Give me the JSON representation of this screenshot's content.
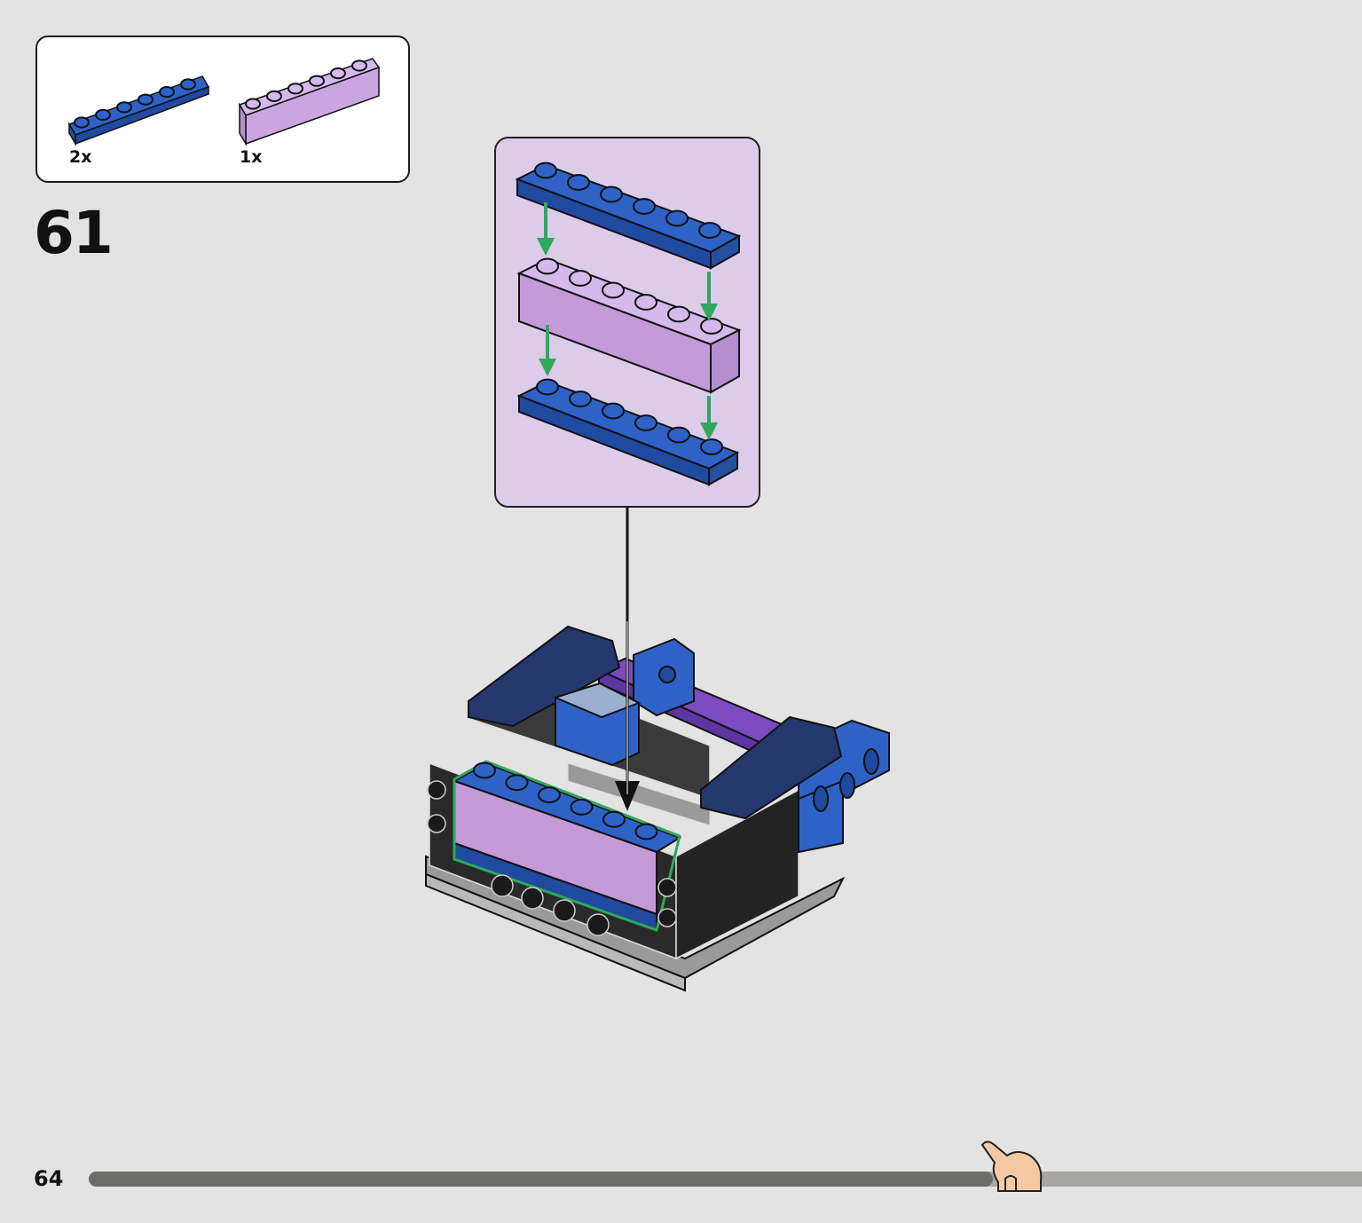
{
  "parts_list": {
    "items": [
      {
        "name": "blue-1x6-plate",
        "quantity": "2x",
        "color": "#2f62c6"
      },
      {
        "name": "lavender-1x6-brick",
        "quantity": "1x",
        "color": "#c9a6e0"
      }
    ]
  },
  "step": {
    "number": "61"
  },
  "callout": {
    "background": "#dccbe9",
    "arrow_color": "#2ea85a"
  },
  "page": {
    "number": "64"
  },
  "progress": {
    "fraction": 0.71,
    "fill_color": "#6d6c68",
    "track_color": "#a8a6a2"
  }
}
